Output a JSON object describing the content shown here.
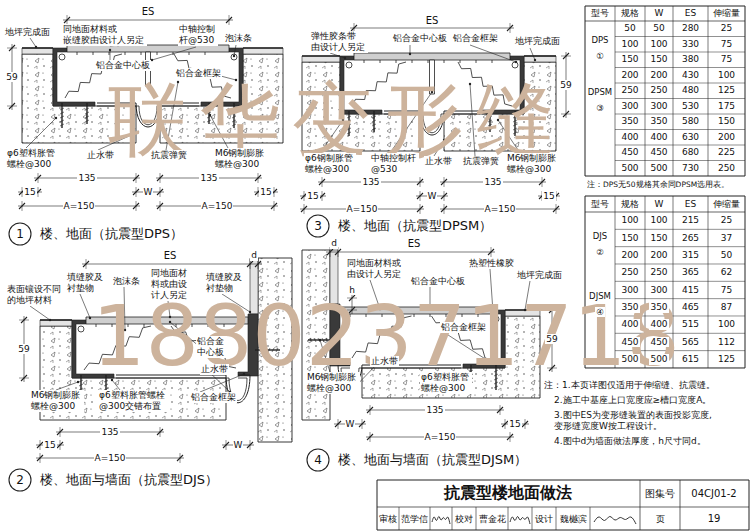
{
  "diagram": {
    "title": "抗震型楼地面做法",
    "nodes": [
      {
        "text": [
          "1",
          "楼、地面（抗震型DPS）"
        ]
      },
      {
        "text": [
          "3",
          "楼、地面（抗震型DPSM）"
        ]
      },
      {
        "text": [
          "2",
          "楼、地面与墙面（抗震型DJS）"
        ]
      },
      {
        "text": [
          "4",
          "楼、地面与墙面（抗震型DJSM）"
        ]
      }
    ],
    "labels": [
      "ES",
      "地坪完成面",
      "同地面材料或 嵌缝胶由设计人另定",
      "中轴控制 杆@530",
      "泡沫条",
      "铝合金中心板",
      "铝合金框架",
      "59",
      "φ6塑料胀管 螺栓@300",
      "止水带",
      "抗震弹簧",
      "M6钢制膨胀 螺栓@300",
      "135",
      "135",
      "15",
      "W",
      "15",
      "A=150",
      "A=150",
      "ES",
      "弹性胶条带 由设计人另定",
      "铝合金中心板",
      "铝合金框架",
      "地坪完成面",
      "59",
      "φ6钢制胀管 螺栓@300",
      "中轴控制杆 @530",
      "止水带",
      "抗震弹簧",
      "M6钢制膨胀 螺栓@300",
      "135",
      "135",
      "15",
      "W",
      "15",
      "A=150",
      "A=150",
      "型号",
      "规格",
      "W",
      "ES",
      "伸缩量",
      "DPS",
      "①",
      "DPSM",
      "③",
      "50",
      "50",
      "280",
      "25",
      "100",
      "100",
      "330",
      "75",
      "150",
      "150",
      "380",
      "75",
      "200",
      "200",
      "430",
      "100",
      "250",
      "250",
      "480",
      "125",
      "300",
      "300",
      "530",
      "175",
      "350",
      "350",
      "580",
      "150",
      "400",
      "400",
      "630",
      "200",
      "450",
      "450",
      "680",
      "225",
      "500",
      "500",
      "730",
      "250",
      "注：DPS无50规格其余同DPSM选用表。",
      "型号",
      "规格",
      "W",
      "ES",
      "伸缩量",
      "DJS",
      "②",
      "DJSM",
      "④",
      "100",
      "100",
      "215",
      "25",
      "150",
      "150",
      "265",
      "37",
      "200",
      "200",
      "315",
      "50",
      "250",
      "250",
      "365",
      "62",
      "300",
      "300",
      "415",
      "75",
      "350",
      "350",
      "465",
      "87",
      "400",
      "400",
      "515",
      "100",
      "450",
      "450",
      "565",
      "112",
      "500",
      "500",
      "615",
      "125",
      "ES",
      "d",
      "表面镶设不同 的地坪材料",
      "填缝胶及 衬垫物",
      "泡沫条",
      "同地面材 料或由设 计人另定",
      "填缝胶及 衬垫物",
      "59",
      "铝合金 中心板",
      "止水带",
      "铝合金框架",
      "φ6塑料胀管螺栓 @300交错布置",
      "M6钢制膨胀 螺栓@300",
      "135",
      "15",
      "W",
      "A=150",
      "ES",
      "d",
      "h",
      "同地面材料或 由设计人另定",
      "铝合金中心板",
      "热塑性橡胶",
      "地坪完成面",
      "59",
      "铝合金框架",
      "止水带",
      "M6钢制膨胀 螺栓@300",
      "φ6塑料胀管 螺栓@300",
      "135",
      "15",
      "W",
      "A=150",
      "注：1.本页详图仅适用于伸缩缝、抗震缝。",
      "2.施工中基座上口宽度应≥槽口宽度A。",
      "3.图中ES为变形缝装置的表面投影宽度, 变形缝宽度W按工程设计。",
      "4.图中d为墙面做法厚度，h尺寸同d。",
      "图集号",
      "04CJ01-2",
      "审核",
      "范学信",
      "校对",
      "曹金花",
      "设计",
      "魏樾滨",
      "页",
      "19",
      "联华变形缝",
      "18802371718"
    ]
  }
}
